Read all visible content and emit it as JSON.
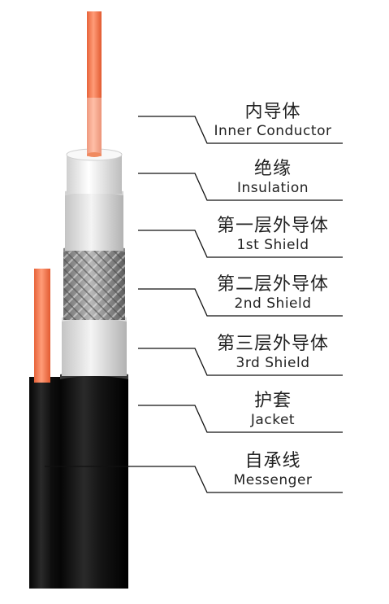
{
  "colors": {
    "background": "#ffffff",
    "conductor": "#f07a4e",
    "jacket": "#111111",
    "insulation": "#f2f2f2",
    "shield": "#9a9a9a",
    "leader": "#111111"
  },
  "layers": [
    {
      "cn": "内导体",
      "en": "Inner Conductor"
    },
    {
      "cn": "绝缘",
      "en": "Insulation"
    },
    {
      "cn": "第一层外导体",
      "en": "1st Shield"
    },
    {
      "cn": "第二层外导体",
      "en": "2nd Shield"
    },
    {
      "cn": "第三层外导体",
      "en": "3rd Shield"
    },
    {
      "cn": "护套",
      "en": "Jacket"
    },
    {
      "cn": "自承线",
      "en": "Messenger"
    }
  ]
}
